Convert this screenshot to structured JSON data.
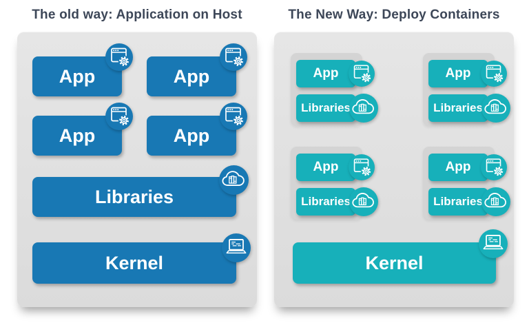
{
  "colors": {
    "blue": "#1878b4",
    "teal": "#17b0ba",
    "panel_bg_top": "#e6e6e6",
    "panel_bg_bottom": "#dbdbdb",
    "group_bg": "#d4d4d4",
    "title_text": "#3d4758",
    "box_text": "#ffffff"
  },
  "left_panel": {
    "title": "The old way: Application on Host",
    "app_boxes": [
      {
        "label": "App",
        "icon": "app-window-gear-icon"
      },
      {
        "label": "App",
        "icon": "app-window-gear-icon"
      },
      {
        "label": "App",
        "icon": "app-window-gear-icon"
      },
      {
        "label": "App",
        "icon": "app-window-gear-icon"
      }
    ],
    "libraries": {
      "label": "Libraries",
      "icon": "cloud-books-icon"
    },
    "kernel": {
      "label": "Kernel",
      "icon": "laptop-code-icon"
    }
  },
  "right_panel": {
    "title": "The New Way: Deploy Containers",
    "containers": [
      {
        "app": {
          "label": "App",
          "icon": "app-window-gear-icon"
        },
        "libraries": {
          "label": "Libraries",
          "icon": "cloud-books-icon"
        }
      },
      {
        "app": {
          "label": "App",
          "icon": "app-window-gear-icon"
        },
        "libraries": {
          "label": "Libraries",
          "icon": "cloud-books-icon"
        }
      },
      {
        "app": {
          "label": "App",
          "icon": "app-window-gear-icon"
        },
        "libraries": {
          "label": "Libraries",
          "icon": "cloud-books-icon"
        }
      },
      {
        "app": {
          "label": "App",
          "icon": "app-window-gear-icon"
        },
        "libraries": {
          "label": "Libraries",
          "icon": "cloud-books-icon"
        }
      }
    ],
    "kernel": {
      "label": "Kernel",
      "icon": "laptop-code-icon"
    }
  }
}
